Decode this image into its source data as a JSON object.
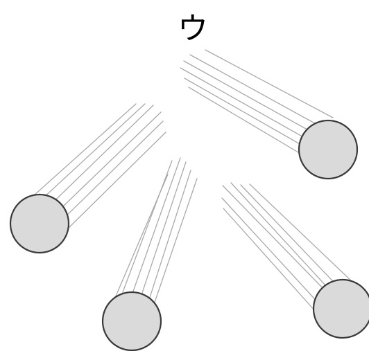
{
  "label": "ウ",
  "colors": {
    "ball_fill": "#dadada",
    "ball_stroke": "#3a3a3a",
    "streak": "#a9a9a9",
    "background": "#ffffff"
  },
  "balls": [
    {
      "name": "ball-right"
    },
    {
      "name": "ball-left"
    },
    {
      "name": "ball-bottom-middle"
    },
    {
      "name": "ball-bottom-right"
    }
  ]
}
